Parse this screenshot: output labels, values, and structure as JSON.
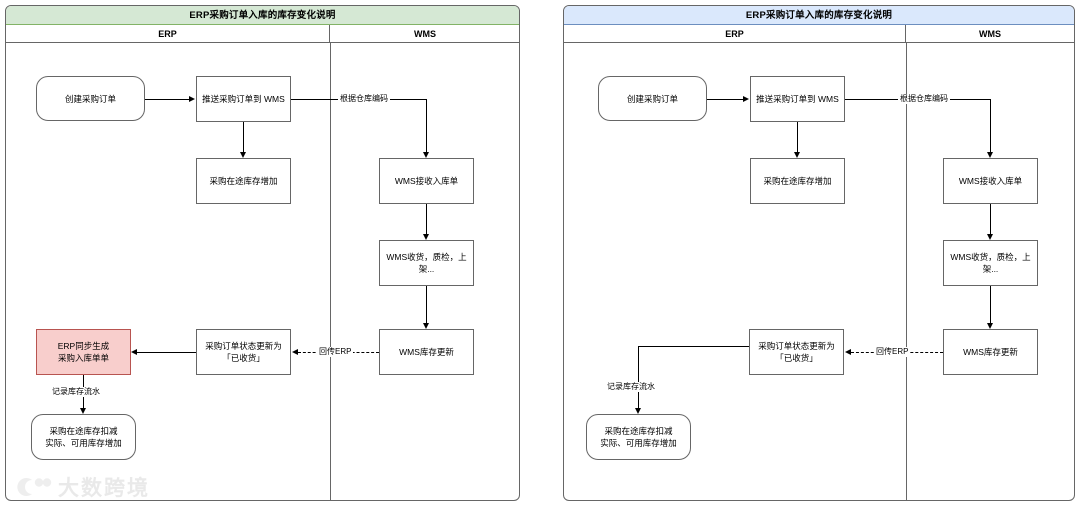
{
  "diagrams": [
    {
      "id": "left",
      "title": "ERP采购订单入库的库存变化说明",
      "title_bg": "#d5e8d4",
      "title_border": "#82b366",
      "lanes": [
        {
          "label": "ERP"
        },
        {
          "label": "WMS"
        }
      ],
      "nodes": {
        "create_po": "创建采购订单",
        "push_po": "推送采购订单到 WMS",
        "in_transit_add": "采购在途库存增加",
        "wms_receive_order": "WMS接收入库单",
        "wms_ops": "WMS收货，质检，上\n架...",
        "wms_stock_update": "WMS库存更新",
        "po_status_received": "采购订单状态更新为\n「已收货」",
        "erp_sync_inbound": "ERP同步生成\n采购入库单单",
        "stock_change": "采购在途库存扣减\n实际、可用库存增加"
      },
      "edge_labels": {
        "by_warehouse_code": "根据仓库编码",
        "callback_erp": "回传ERP",
        "record_stock_flow": "记录库存流水"
      }
    },
    {
      "id": "right",
      "title": "ERP采购订单入库的库存变化说明",
      "title_bg": "#dae8fc",
      "title_border": "#6c8ebf",
      "lanes": [
        {
          "label": "ERP"
        },
        {
          "label": "WMS"
        }
      ],
      "nodes": {
        "create_po": "创建采购订单",
        "push_po": "推送采购订单到 WMS",
        "in_transit_add": "采购在途库存增加",
        "wms_receive_order": "WMS接收入库单",
        "wms_ops": "WMS收货，质检，上\n架...",
        "wms_stock_update": "WMS库存更新",
        "po_status_received": "采购订单状态更新为\n「已收货」",
        "stock_change": "采购在途库存扣减\n实际、可用库存增加"
      },
      "edge_labels": {
        "by_warehouse_code": "根据仓库编码",
        "callback_erp": "回传ERP",
        "record_stock_flow": "记录库存流水"
      }
    }
  ],
  "watermark": {
    "text": "大数跨境",
    "logo_name": "dashu-logo",
    "color": "#b9b9b9"
  },
  "colors": {
    "node_border": "#666666",
    "node_fill": "#ffffff",
    "highlight_fill": "#f8cecc",
    "highlight_border": "#b85450",
    "edge": "#000000",
    "green_header": "#d5e8d4",
    "blue_header": "#dae8fc"
  }
}
